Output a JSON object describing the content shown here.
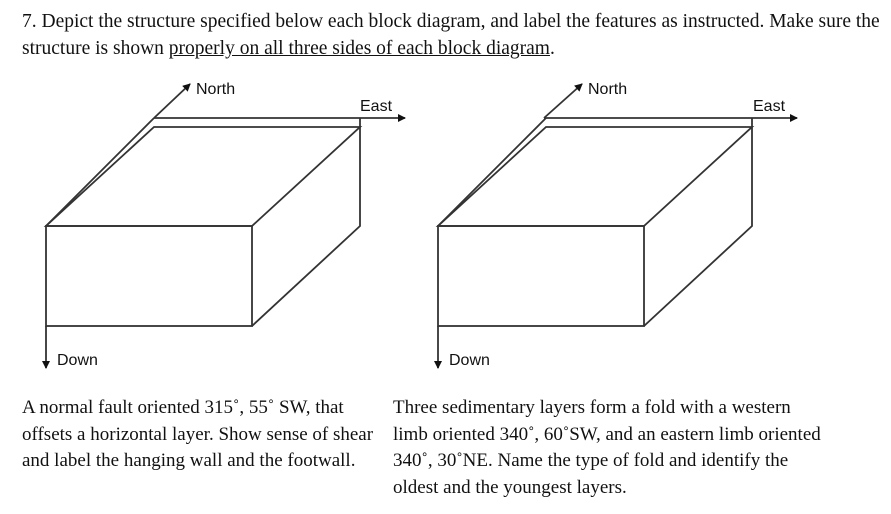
{
  "question": {
    "intro": "7. Depict the structure specified below each block diagram, and label the features as instructed. Make sure the structure is shown ",
    "underlined": "properly on all three sides of each block diagram",
    "end": "."
  },
  "diagrams": [
    {
      "north_label": "North",
      "east_label": "East",
      "down_label": "Down"
    },
    {
      "north_label": "North",
      "east_label": "East",
      "down_label": "Down"
    }
  ],
  "captions": {
    "left": "A normal fault oriented 315˚, 55˚ SW, that offsets a horizontal layer. Show sense of shear and label the hanging wall and the footwall.",
    "right": "Three sedimentary layers form a fold with a western limb oriented 340˚, 60˚SW, and an eastern limb oriented 340˚, 30˚NE.  Name the type of fold and identify the oldest and the youngest layers."
  }
}
